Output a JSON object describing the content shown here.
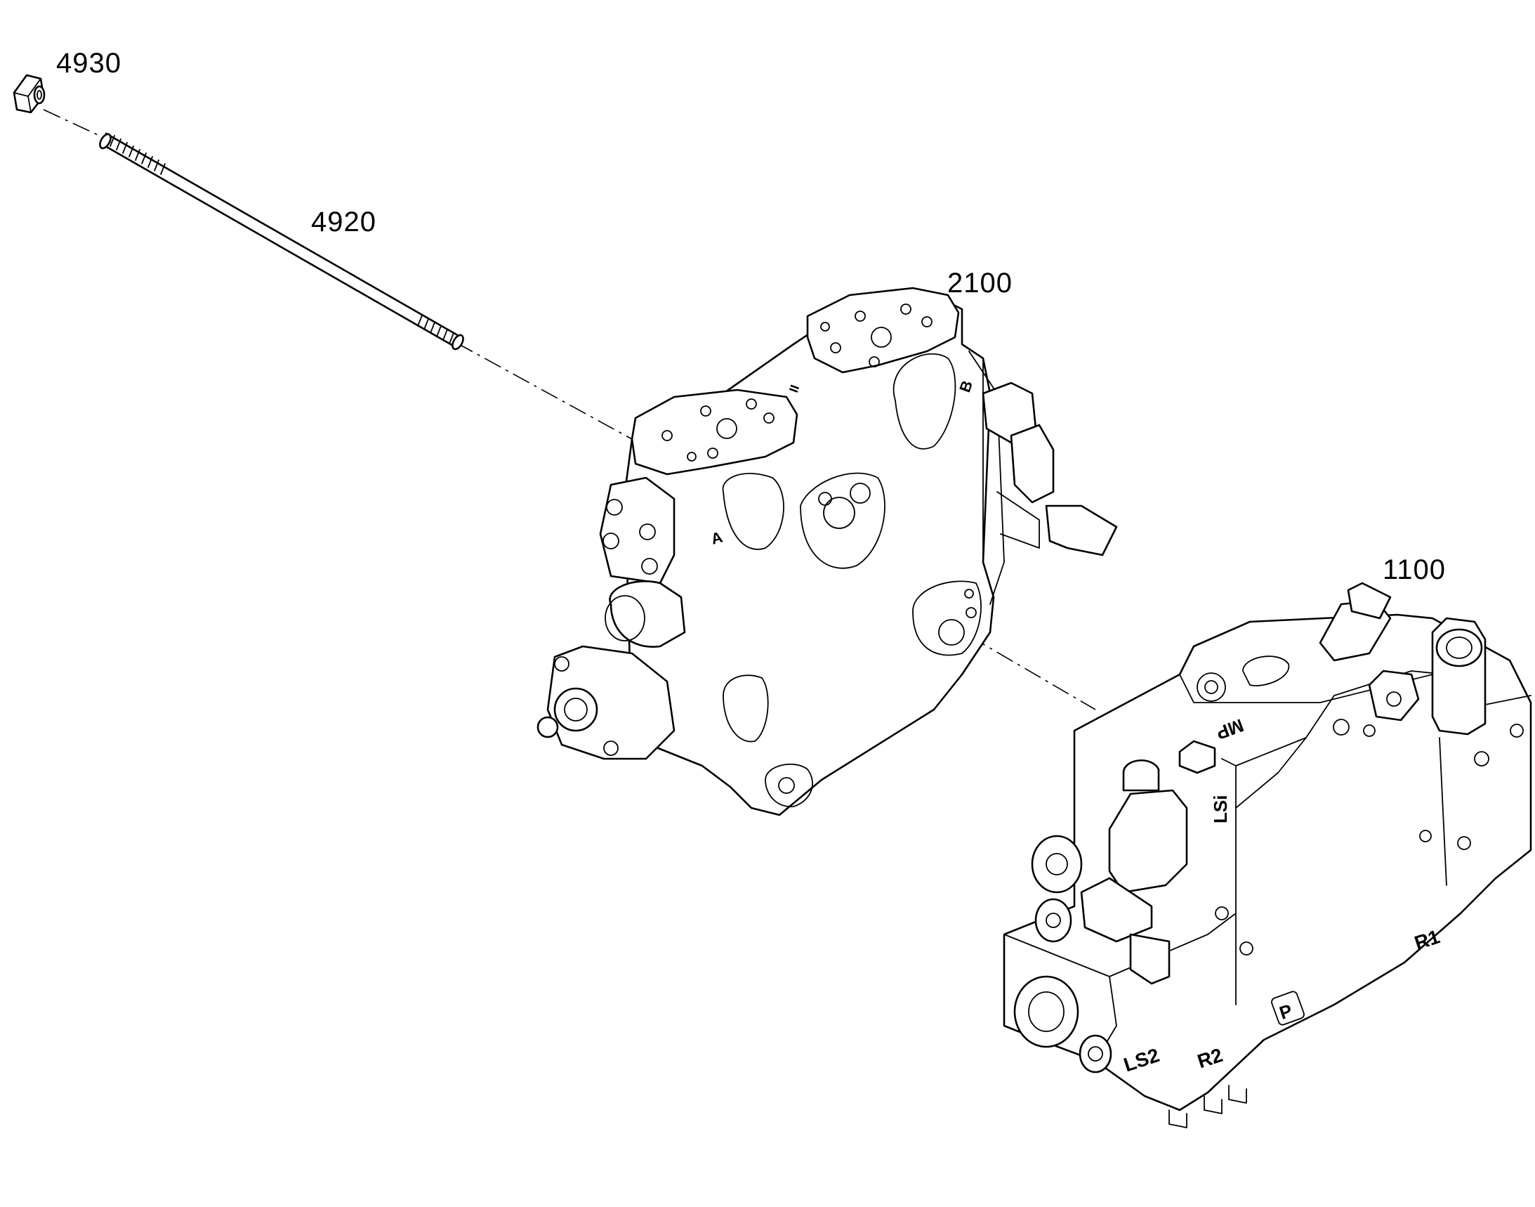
{
  "diagram": {
    "callouts": [
      {
        "id": "4930",
        "label": "4930"
      },
      {
        "id": "4920",
        "label": "4920"
      },
      {
        "id": "2100",
        "label": "2100"
      },
      {
        "id": "1100",
        "label": "1100"
      }
    ],
    "port_markings": {
      "section_a": "A",
      "section_b": "B",
      "roman": "II",
      "mp": "MP",
      "lsi": "LSi",
      "ls2": "LS2",
      "r2": "R2",
      "p": "P",
      "r1": "R1"
    }
  }
}
